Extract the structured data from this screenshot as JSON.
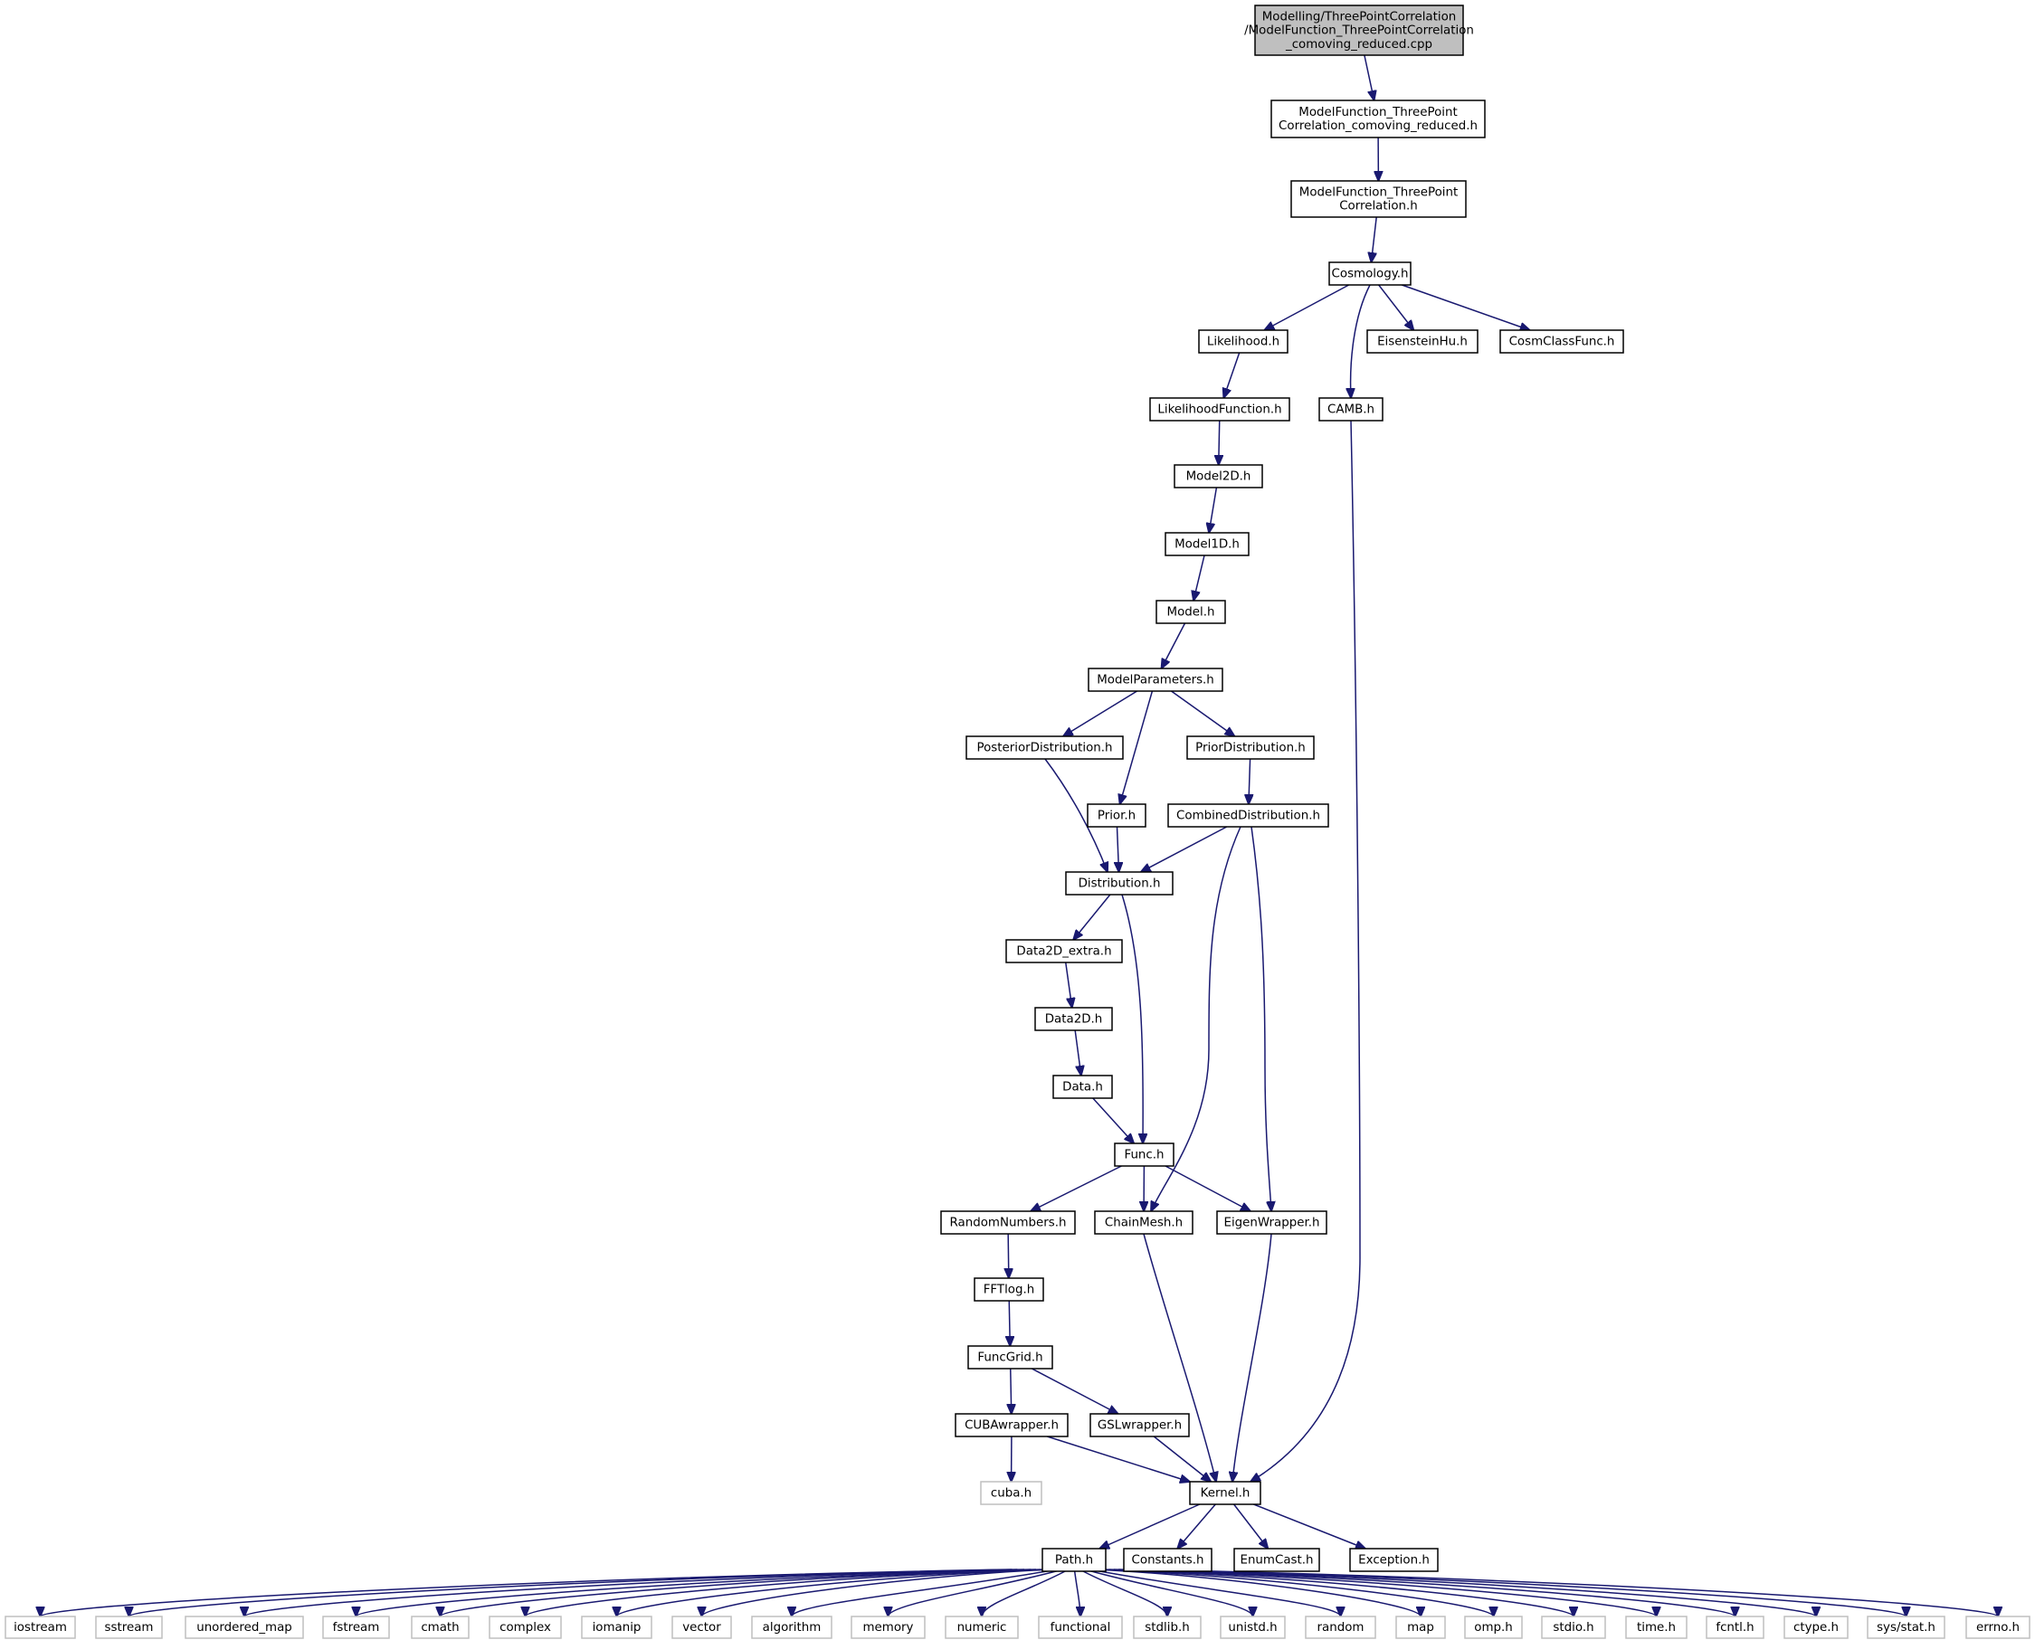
{
  "graph": {
    "colors": {
      "edge": "#191970",
      "node_border": "#000000",
      "external_border": "#bfbfbf",
      "root_fill": "#bfbfbf",
      "node_fill": "#ffffff"
    },
    "nodes": [
      {
        "id": "root",
        "kind": "root",
        "lines": [
          "Modelling/ThreePointCorrelation",
          "/ModelFunction_ThreePointCorrelation",
          "_comoving_reduced.cpp"
        ]
      },
      {
        "id": "mf_tpc_cr_h",
        "kind": "file",
        "lines": [
          "ModelFunction_ThreePoint",
          "Correlation_comoving_reduced.h"
        ]
      },
      {
        "id": "mf_tpc_h",
        "kind": "file",
        "lines": [
          "ModelFunction_ThreePoint",
          "Correlation.h"
        ]
      },
      {
        "id": "cosmology",
        "kind": "file",
        "lines": [
          "Cosmology.h"
        ]
      },
      {
        "id": "likelihood",
        "kind": "file",
        "lines": [
          "Likelihood.h"
        ]
      },
      {
        "id": "eisensteinhu",
        "kind": "file",
        "lines": [
          "EisensteinHu.h"
        ]
      },
      {
        "id": "cosmclassfunc",
        "kind": "file",
        "lines": [
          "CosmClassFunc.h"
        ]
      },
      {
        "id": "likelihoodfunction",
        "kind": "file",
        "lines": [
          "LikelihoodFunction.h"
        ]
      },
      {
        "id": "camb",
        "kind": "file",
        "lines": [
          "CAMB.h"
        ]
      },
      {
        "id": "model2d",
        "kind": "file",
        "lines": [
          "Model2D.h"
        ]
      },
      {
        "id": "model1d",
        "kind": "file",
        "lines": [
          "Model1D.h"
        ]
      },
      {
        "id": "model",
        "kind": "file",
        "lines": [
          "Model.h"
        ]
      },
      {
        "id": "modelparameters",
        "kind": "file",
        "lines": [
          "ModelParameters.h"
        ]
      },
      {
        "id": "posteriordistribution",
        "kind": "file",
        "lines": [
          "PosteriorDistribution.h"
        ]
      },
      {
        "id": "priordistribution",
        "kind": "file",
        "lines": [
          "PriorDistribution.h"
        ]
      },
      {
        "id": "prior",
        "kind": "file",
        "lines": [
          "Prior.h"
        ]
      },
      {
        "id": "combineddistribution",
        "kind": "file",
        "lines": [
          "CombinedDistribution.h"
        ]
      },
      {
        "id": "distribution",
        "kind": "file",
        "lines": [
          "Distribution.h"
        ]
      },
      {
        "id": "data2d_extra",
        "kind": "file",
        "lines": [
          "Data2D_extra.h"
        ]
      },
      {
        "id": "data2d",
        "kind": "file",
        "lines": [
          "Data2D.h"
        ]
      },
      {
        "id": "data",
        "kind": "file",
        "lines": [
          "Data.h"
        ]
      },
      {
        "id": "func",
        "kind": "file",
        "lines": [
          "Func.h"
        ]
      },
      {
        "id": "randomnumbers",
        "kind": "file",
        "lines": [
          "RandomNumbers.h"
        ]
      },
      {
        "id": "chainmesh",
        "kind": "file",
        "lines": [
          "ChainMesh.h"
        ]
      },
      {
        "id": "eigenwrapper",
        "kind": "file",
        "lines": [
          "EigenWrapper.h"
        ]
      },
      {
        "id": "fftlog",
        "kind": "file",
        "lines": [
          "FFTlog.h"
        ]
      },
      {
        "id": "funcgrid",
        "kind": "file",
        "lines": [
          "FuncGrid.h"
        ]
      },
      {
        "id": "cubawrapper",
        "kind": "file",
        "lines": [
          "CUBAwrapper.h"
        ]
      },
      {
        "id": "gslwrapper",
        "kind": "file",
        "lines": [
          "GSLwrapper.h"
        ]
      },
      {
        "id": "cuba",
        "kind": "external",
        "lines": [
          "cuba.h"
        ]
      },
      {
        "id": "kernel",
        "kind": "file",
        "lines": [
          "Kernel.h"
        ]
      },
      {
        "id": "path",
        "kind": "file",
        "lines": [
          "Path.h"
        ]
      },
      {
        "id": "constants",
        "kind": "file",
        "lines": [
          "Constants.h"
        ]
      },
      {
        "id": "enumcast",
        "kind": "file",
        "lines": [
          "EnumCast.h"
        ]
      },
      {
        "id": "exception",
        "kind": "file",
        "lines": [
          "Exception.h"
        ]
      },
      {
        "id": "iostream",
        "kind": "external",
        "lines": [
          "iostream"
        ]
      },
      {
        "id": "sstream",
        "kind": "external",
        "lines": [
          "sstream"
        ]
      },
      {
        "id": "unordered_map",
        "kind": "external",
        "lines": [
          "unordered_map"
        ]
      },
      {
        "id": "fstream",
        "kind": "external",
        "lines": [
          "fstream"
        ]
      },
      {
        "id": "cmath",
        "kind": "external",
        "lines": [
          "cmath"
        ]
      },
      {
        "id": "complex",
        "kind": "external",
        "lines": [
          "complex"
        ]
      },
      {
        "id": "iomanip",
        "kind": "external",
        "lines": [
          "iomanip"
        ]
      },
      {
        "id": "vector",
        "kind": "external",
        "lines": [
          "vector"
        ]
      },
      {
        "id": "algorithm",
        "kind": "external",
        "lines": [
          "algorithm"
        ]
      },
      {
        "id": "memory",
        "kind": "external",
        "lines": [
          "memory"
        ]
      },
      {
        "id": "numeric",
        "kind": "external",
        "lines": [
          "numeric"
        ]
      },
      {
        "id": "functional",
        "kind": "external",
        "lines": [
          "functional"
        ]
      },
      {
        "id": "stdlib",
        "kind": "external",
        "lines": [
          "stdlib.h"
        ]
      },
      {
        "id": "unistd",
        "kind": "external",
        "lines": [
          "unistd.h"
        ]
      },
      {
        "id": "random",
        "kind": "external",
        "lines": [
          "random"
        ]
      },
      {
        "id": "map",
        "kind": "external",
        "lines": [
          "map"
        ]
      },
      {
        "id": "omp",
        "kind": "external",
        "lines": [
          "omp.h"
        ]
      },
      {
        "id": "stdio",
        "kind": "external",
        "lines": [
          "stdio.h"
        ]
      },
      {
        "id": "time",
        "kind": "external",
        "lines": [
          "time.h"
        ]
      },
      {
        "id": "fcntl",
        "kind": "external",
        "lines": [
          "fcntl.h"
        ]
      },
      {
        "id": "ctype",
        "kind": "external",
        "lines": [
          "ctype.h"
        ]
      },
      {
        "id": "sysstat",
        "kind": "external",
        "lines": [
          "sys/stat.h"
        ]
      },
      {
        "id": "errno",
        "kind": "external",
        "lines": [
          "errno.h"
        ]
      }
    ],
    "edges": [
      [
        "root",
        "mf_tpc_cr_h"
      ],
      [
        "mf_tpc_cr_h",
        "mf_tpc_h"
      ],
      [
        "mf_tpc_h",
        "cosmology"
      ],
      [
        "cosmology",
        "likelihood"
      ],
      [
        "cosmology",
        "camb"
      ],
      [
        "cosmology",
        "eisensteinhu"
      ],
      [
        "cosmology",
        "cosmclassfunc"
      ],
      [
        "likelihood",
        "likelihoodfunction"
      ],
      [
        "likelihoodfunction",
        "model2d"
      ],
      [
        "model2d",
        "model1d"
      ],
      [
        "model1d",
        "model"
      ],
      [
        "model",
        "modelparameters"
      ],
      [
        "modelparameters",
        "posteriordistribution"
      ],
      [
        "modelparameters",
        "prior"
      ],
      [
        "modelparameters",
        "priordistribution"
      ],
      [
        "priordistribution",
        "combineddistribution"
      ],
      [
        "posteriordistribution",
        "distribution"
      ],
      [
        "prior",
        "distribution"
      ],
      [
        "combineddistribution",
        "distribution"
      ],
      [
        "combineddistribution",
        "chainmesh"
      ],
      [
        "combineddistribution",
        "eigenwrapper"
      ],
      [
        "distribution",
        "data2d_extra"
      ],
      [
        "distribution",
        "func"
      ],
      [
        "data2d_extra",
        "data2d"
      ],
      [
        "data2d",
        "data"
      ],
      [
        "data",
        "func"
      ],
      [
        "func",
        "randomnumbers"
      ],
      [
        "func",
        "chainmesh"
      ],
      [
        "func",
        "eigenwrapper"
      ],
      [
        "randomnumbers",
        "fftlog"
      ],
      [
        "fftlog",
        "funcgrid"
      ],
      [
        "funcgrid",
        "cubawrapper"
      ],
      [
        "funcgrid",
        "gslwrapper"
      ],
      [
        "cubawrapper",
        "cuba"
      ],
      [
        "cubawrapper",
        "kernel"
      ],
      [
        "gslwrapper",
        "kernel"
      ],
      [
        "chainmesh",
        "kernel"
      ],
      [
        "eigenwrapper",
        "kernel"
      ],
      [
        "camb",
        "kernel"
      ],
      [
        "kernel",
        "path"
      ],
      [
        "kernel",
        "constants"
      ],
      [
        "kernel",
        "enumcast"
      ],
      [
        "kernel",
        "exception"
      ],
      [
        "path",
        "iostream"
      ],
      [
        "path",
        "sstream"
      ],
      [
        "path",
        "unordered_map"
      ],
      [
        "path",
        "fstream"
      ],
      [
        "path",
        "cmath"
      ],
      [
        "path",
        "complex"
      ],
      [
        "path",
        "iomanip"
      ],
      [
        "path",
        "vector"
      ],
      [
        "path",
        "algorithm"
      ],
      [
        "path",
        "memory"
      ],
      [
        "path",
        "numeric"
      ],
      [
        "path",
        "functional"
      ],
      [
        "path",
        "stdlib"
      ],
      [
        "path",
        "unistd"
      ],
      [
        "path",
        "random"
      ],
      [
        "path",
        "map"
      ],
      [
        "path",
        "omp"
      ],
      [
        "path",
        "stdio"
      ],
      [
        "path",
        "time"
      ],
      [
        "path",
        "fcntl"
      ],
      [
        "path",
        "ctype"
      ],
      [
        "path",
        "sysstat"
      ],
      [
        "path",
        "errno"
      ]
    ]
  }
}
